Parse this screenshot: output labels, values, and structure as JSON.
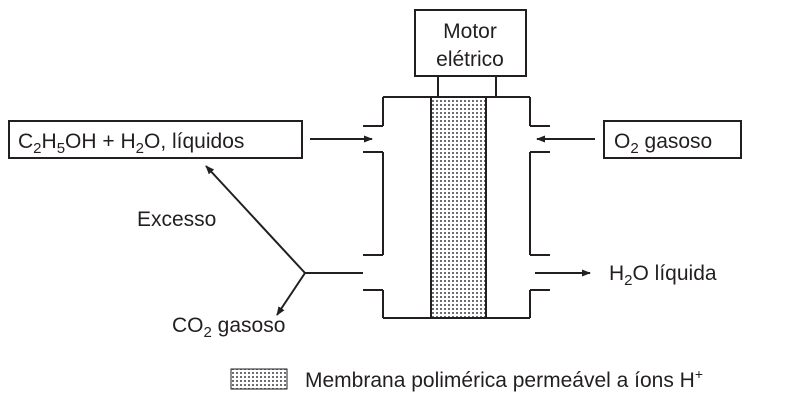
{
  "motor": {
    "line1": "Motor",
    "line2": "elétrico"
  },
  "inlet_left": {
    "c": "C",
    "sub2": "2",
    "h": "H",
    "sub5": "5",
    "rest": "OH + H",
    "sub2b": "2",
    "tail": "O, líquidos"
  },
  "inlet_right": {
    "o": "O",
    "sub2": "2",
    "tail": " gasoso"
  },
  "outlet_right": {
    "h": "H",
    "sub2": "2",
    "tail": "O líquida"
  },
  "excess_label": "Excesso",
  "outlet_left": {
    "co": "CO",
    "sub2": "2",
    "tail": " gasoso"
  },
  "legend": {
    "text": "Membrana polimérica permeável a íons H",
    "sup": "+"
  }
}
